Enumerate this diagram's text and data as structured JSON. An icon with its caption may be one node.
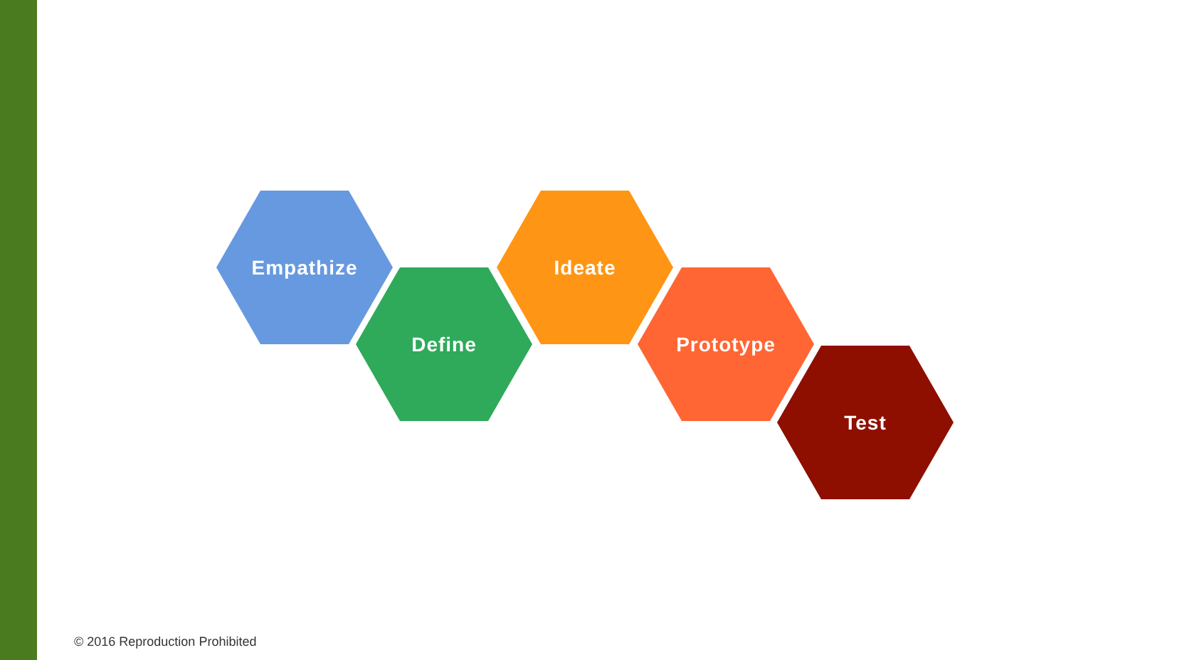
{
  "diagram": {
    "nodes": [
      {
        "text": [
          "Empathize"
        ]
      },
      {
        "text": [
          "Define"
        ]
      },
      {
        "text": [
          "Ideate"
        ]
      },
      {
        "text": [
          "Prototype"
        ]
      },
      {
        "text": [
          "Test"
        ]
      }
    ],
    "labels": [
      "© 2016 Reproduction Prohibited"
    ]
  }
}
